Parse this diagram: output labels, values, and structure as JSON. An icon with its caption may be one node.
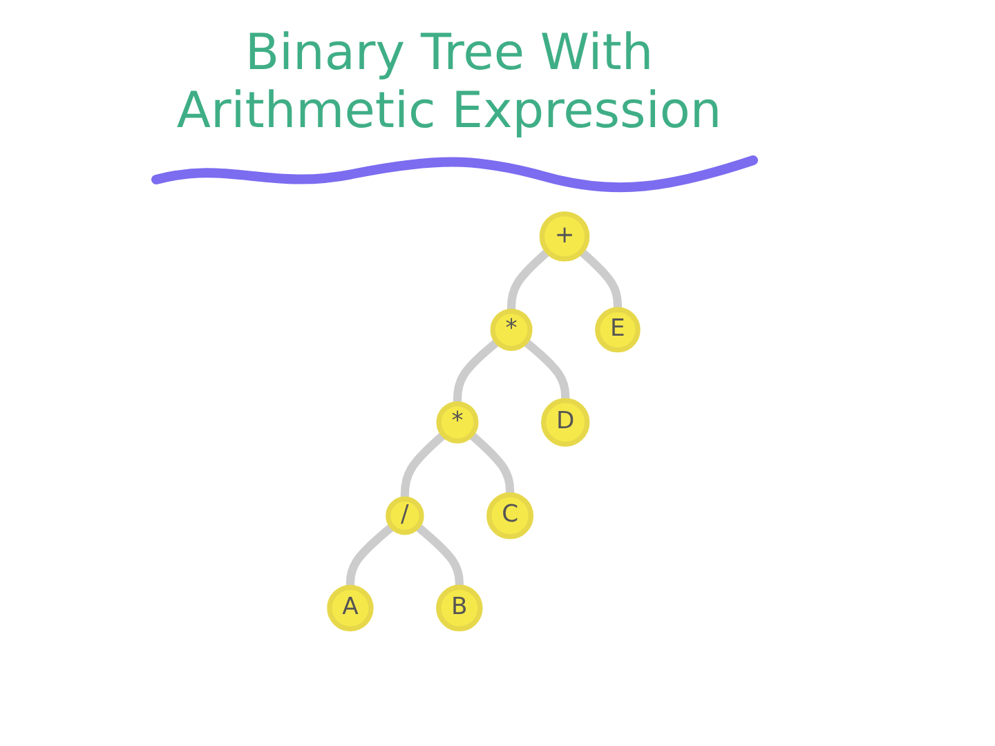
{
  "diagram": {
    "title": "Binary Tree With Arithmetic Expression",
    "nodes": [
      {
        "text": [
          "+"
        ]
      },
      {
        "text": [
          "*"
        ]
      },
      {
        "text": [
          "E"
        ]
      },
      {
        "text": [
          "*"
        ]
      },
      {
        "text": [
          "D"
        ]
      },
      {
        "text": [
          "/"
        ]
      },
      {
        "text": [
          "C"
        ]
      },
      {
        "text": [
          "A"
        ]
      },
      {
        "text": [
          "B"
        ]
      }
    ],
    "edges": [
      {
        "from": 0,
        "to": 1,
        "arrow": "none"
      },
      {
        "from": 0,
        "to": 2,
        "arrow": "none"
      },
      {
        "from": 1,
        "to": 3,
        "arrow": "none"
      },
      {
        "from": 1,
        "to": 4,
        "arrow": "none"
      },
      {
        "from": 3,
        "to": 5,
        "arrow": "none"
      },
      {
        "from": 3,
        "to": 6,
        "arrow": "none"
      },
      {
        "from": 5,
        "to": 7,
        "arrow": "none"
      },
      {
        "from": 5,
        "to": 8,
        "arrow": "none"
      }
    ]
  }
}
